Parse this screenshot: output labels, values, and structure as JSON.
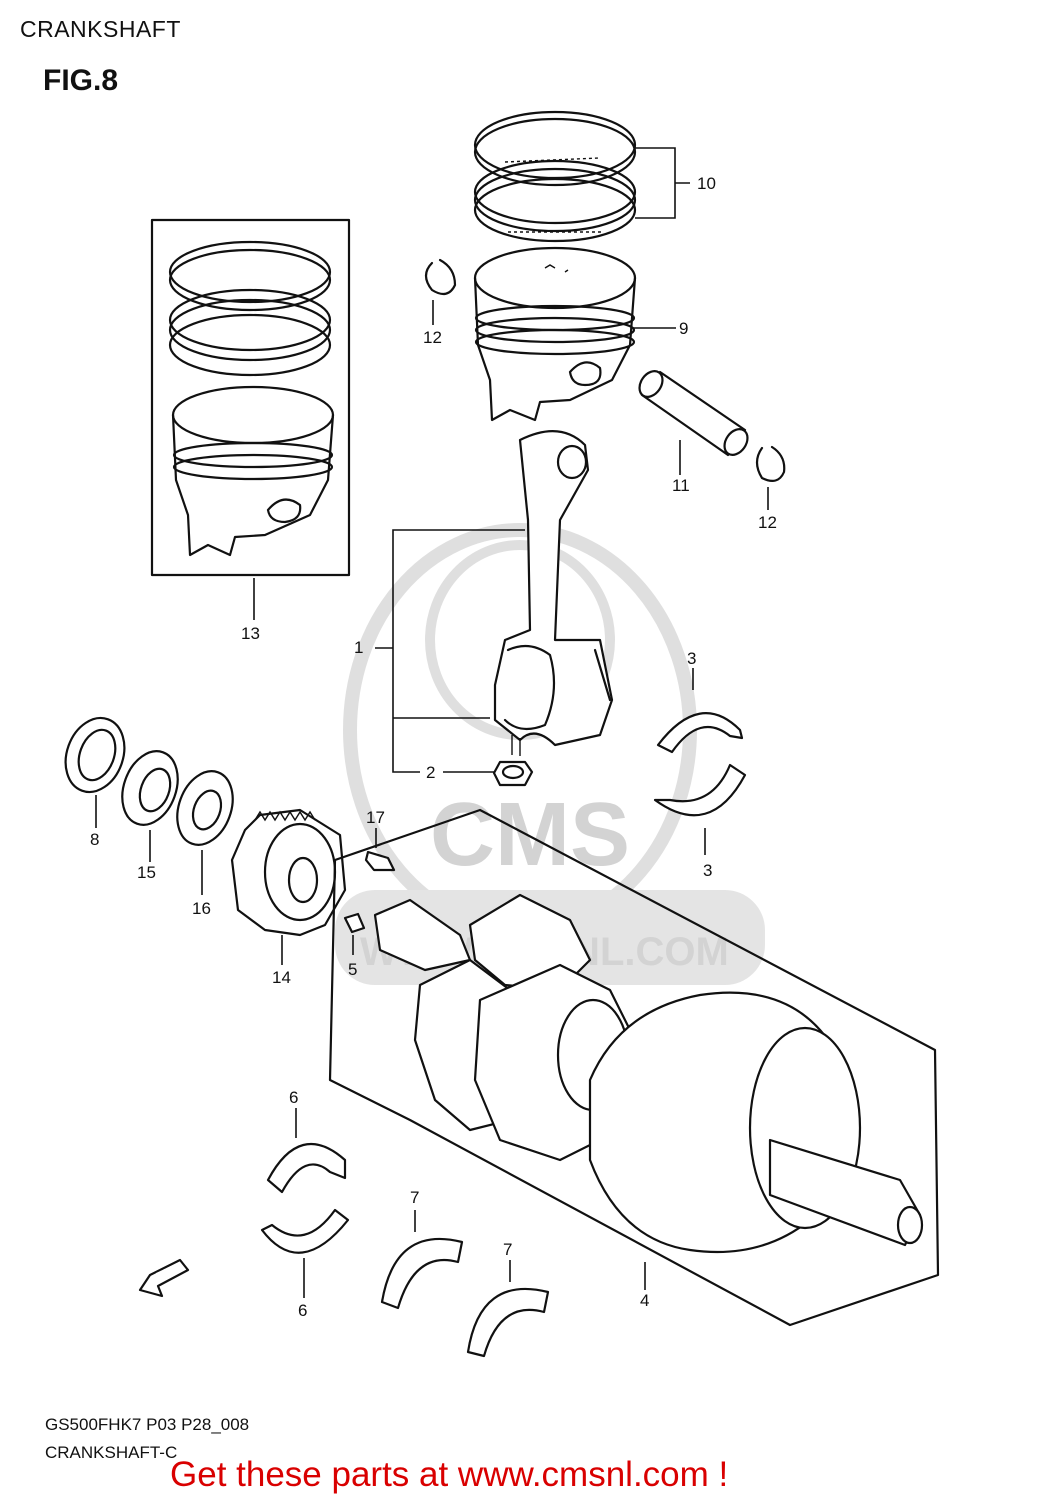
{
  "header": {
    "title": "CRANKSHAFT"
  },
  "figure": {
    "label": "FIG.8"
  },
  "watermark": {
    "text": "CMS",
    "url": "WWW.CMSNL.COM"
  },
  "fwd_label": "FWD",
  "callouts": {
    "c1": "1",
    "c2": "2",
    "c3a": "3",
    "c3b": "3",
    "c4": "4",
    "c5": "5",
    "c6a": "6",
    "c6b": "6",
    "c7a": "7",
    "c7b": "7",
    "c8": "8",
    "c9": "9",
    "c10": "10",
    "c11": "11",
    "c12a": "12",
    "c12b": "12",
    "c13": "13",
    "c14": "14",
    "c15": "15",
    "c16": "16",
    "c17": "17"
  },
  "footer": {
    "model_code": "GS500FHK7 P03 P28_008",
    "sub_title": "CRANKSHAFT-C",
    "promo": "Get these parts at www.cmsnl.com !"
  },
  "colors": {
    "promo": "#d90000",
    "line": "#111111",
    "watermark": "#cfcfcf"
  }
}
